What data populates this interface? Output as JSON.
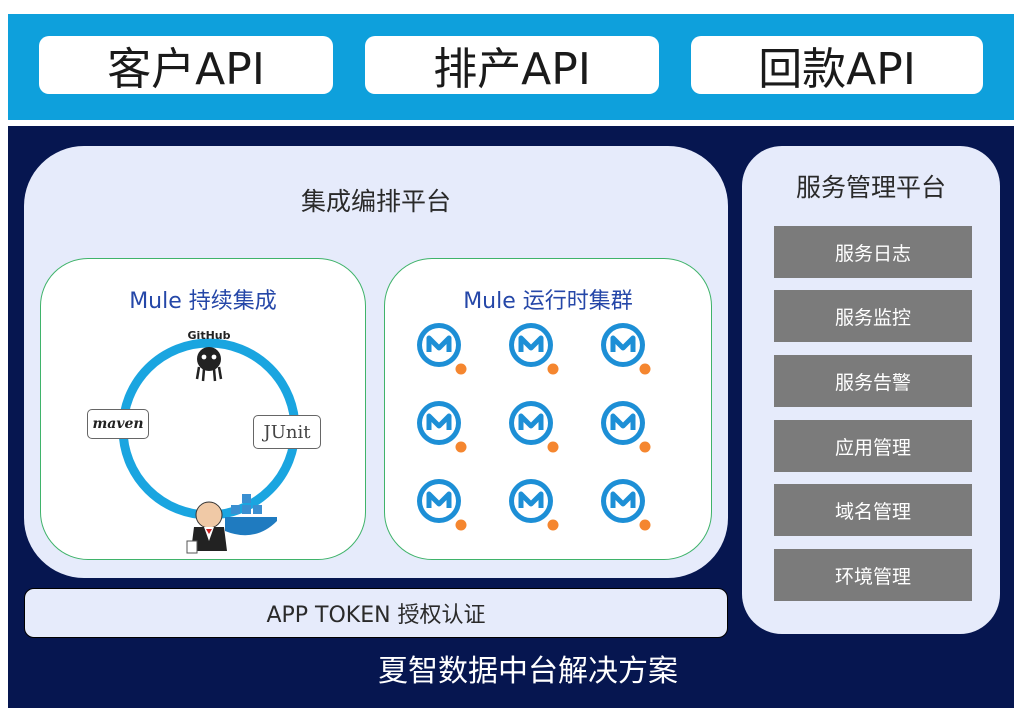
{
  "apis": [
    "客户API",
    "排产API",
    "回款API"
  ],
  "integration": {
    "title": "集成编排平台",
    "ci": {
      "title": "Mule 持续集成",
      "github": "GitHub",
      "maven": "maven",
      "junit": "JUnit"
    },
    "runtime": {
      "title": "Mule 运行时集群"
    }
  },
  "service": {
    "title": "服务管理平台",
    "items": [
      "服务日志",
      "服务监控",
      "服务告警",
      "应用管理",
      "域名管理",
      "环境管理"
    ]
  },
  "token": "APP TOKEN 授权认证",
  "footer": "夏智数据中台解决方案",
  "colors": {
    "top_band": "#0ea0dc",
    "main_bg": "#061650",
    "panel": "#e6ebfb",
    "mule_blue": "#1d8fd6",
    "dot": "#f5862f",
    "service_btn": "#7b7b7b"
  },
  "icons": [
    "github-octocat-icon",
    "maven-logo-icon",
    "junit-logo-icon",
    "jenkins-icon",
    "docker-whale-icon",
    "mule-runtime-icon"
  ]
}
